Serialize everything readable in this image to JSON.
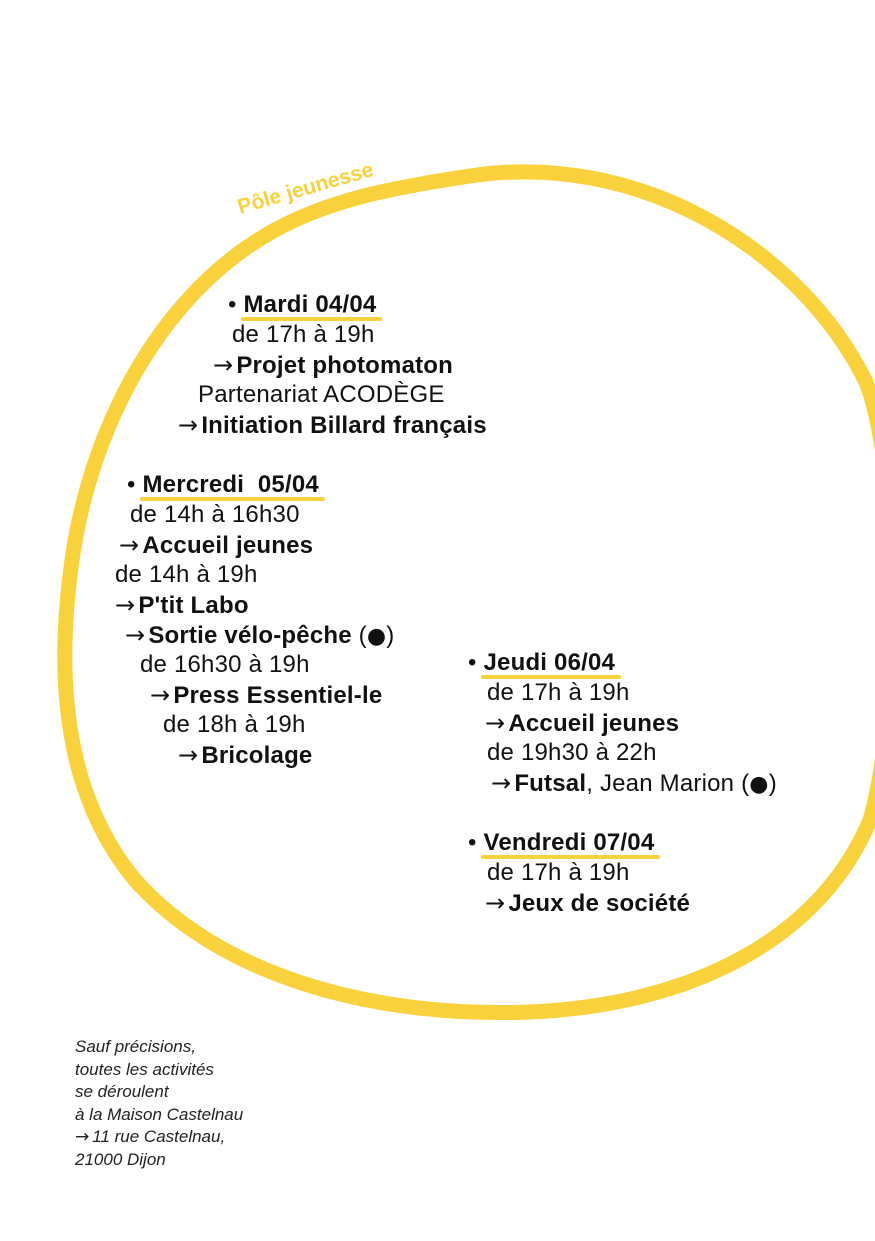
{
  "circle_title": "Pôle jeunesse",
  "colors": {
    "accent": "#f9d13a",
    "text": "#111111"
  },
  "bullet": "•",
  "arrow": "→",
  "circle_marker": "●",
  "tuesday": {
    "day": "Mardi 04/04",
    "time": "de 17h à 19h",
    "activity_1": "Projet photomaton",
    "partner": "Partenariat ACODÈGE",
    "activity_2": "Initiation Billard français"
  },
  "wednesday": {
    "day": "Mercredi  05/04",
    "time_1": "de 14h à 16h30",
    "activity_1": "Accueil jeunes",
    "time_2": "de 14h à 19h",
    "activity_2": "P'tit Labo",
    "activity_3": "Sortie vélo-pêche",
    "time_3": "de 16h30 à 19h",
    "activity_4": "Press Essentiel-le",
    "time_4": "de 18h à 19h",
    "activity_5": "Bricolage"
  },
  "thursday": {
    "day": "Jeudi 06/04",
    "time_1": "de 17h à 19h",
    "activity_1": "Accueil jeunes",
    "time_2": "de 19h30 à 22h",
    "activity_2": "Futsal",
    "location_2": ", Jean Marion "
  },
  "friday": {
    "day": "Vendredi 07/04",
    "time": "de 17h à 19h",
    "activity": "Jeux de société"
  },
  "footnote": {
    "line_1": "Sauf précisions,",
    "line_2": "toutes les activités",
    "line_3": "se déroulent",
    "line_4": "à la Maison Castelnau",
    "line_5": "11 rue Castelnau,",
    "line_6": "21000 Dijon"
  }
}
